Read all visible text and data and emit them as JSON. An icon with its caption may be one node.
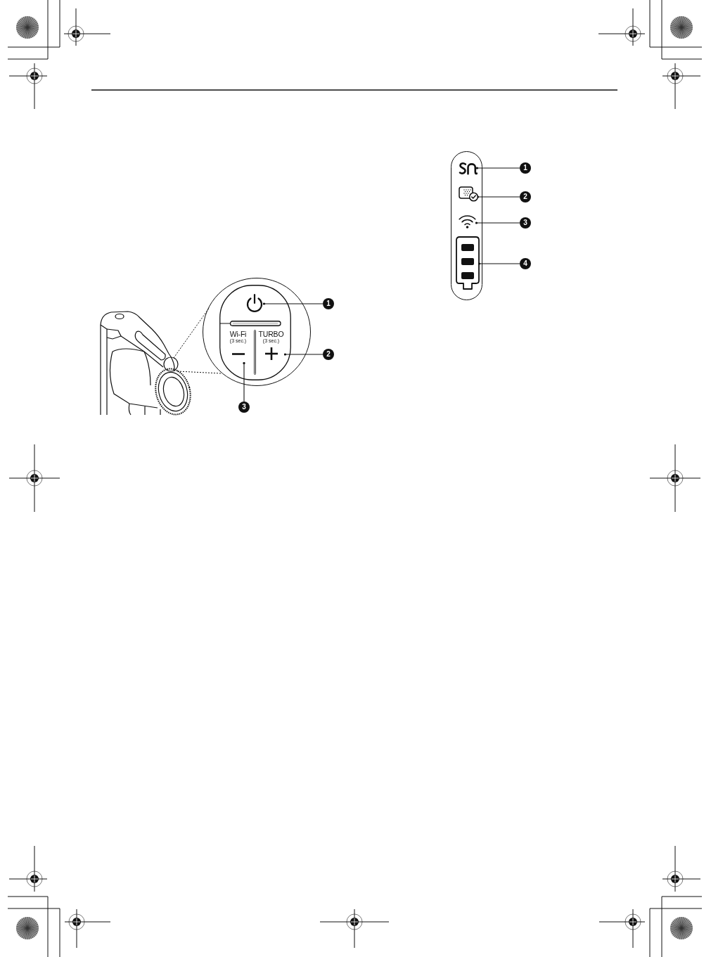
{
  "diagram": {
    "nodes": [
      {
        "text": [],
        "shape": "circle"
      },
      {
        "text": [],
        "shape": "picture",
        "in": 0
      },
      {
        "text": [
          "Wi-Fi",
          "(3 sec.)"
        ],
        "in": 0
      },
      {
        "text": [
          "TURBO",
          "(3 sec.)"
        ],
        "in": 0
      },
      {
        "text": [
          "1"
        ]
      },
      {
        "text": [
          "2"
        ]
      },
      {
        "text": [
          "3"
        ]
      },
      {
        "text": [],
        "shape": "box"
      },
      {
        "text": [],
        "shape": "picture",
        "in": 7
      },
      {
        "text": [],
        "shape": "picture",
        "in": 7
      },
      {
        "text": [],
        "shape": "picture",
        "in": 7
      },
      {
        "text": [],
        "shape": "picture",
        "in": 7
      },
      {
        "text": [
          "1"
        ]
      },
      {
        "text": [
          "2"
        ]
      },
      {
        "text": [
          "3"
        ]
      },
      {
        "text": [
          "4"
        ]
      }
    ],
    "edges": [
      {
        "from": 4,
        "to": 1,
        "arrow": "other"
      },
      {
        "from": 5,
        "to": 3,
        "arrow": "other"
      },
      {
        "from": 6,
        "to": 2,
        "arrow": "other"
      },
      {
        "from": 12,
        "to": 8,
        "arrow": "other"
      },
      {
        "from": 13,
        "to": 9,
        "arrow": "other"
      },
      {
        "from": 14,
        "to": 10,
        "arrow": "other"
      },
      {
        "from": 15,
        "to": 11,
        "arrow": "other"
      }
    ]
  }
}
